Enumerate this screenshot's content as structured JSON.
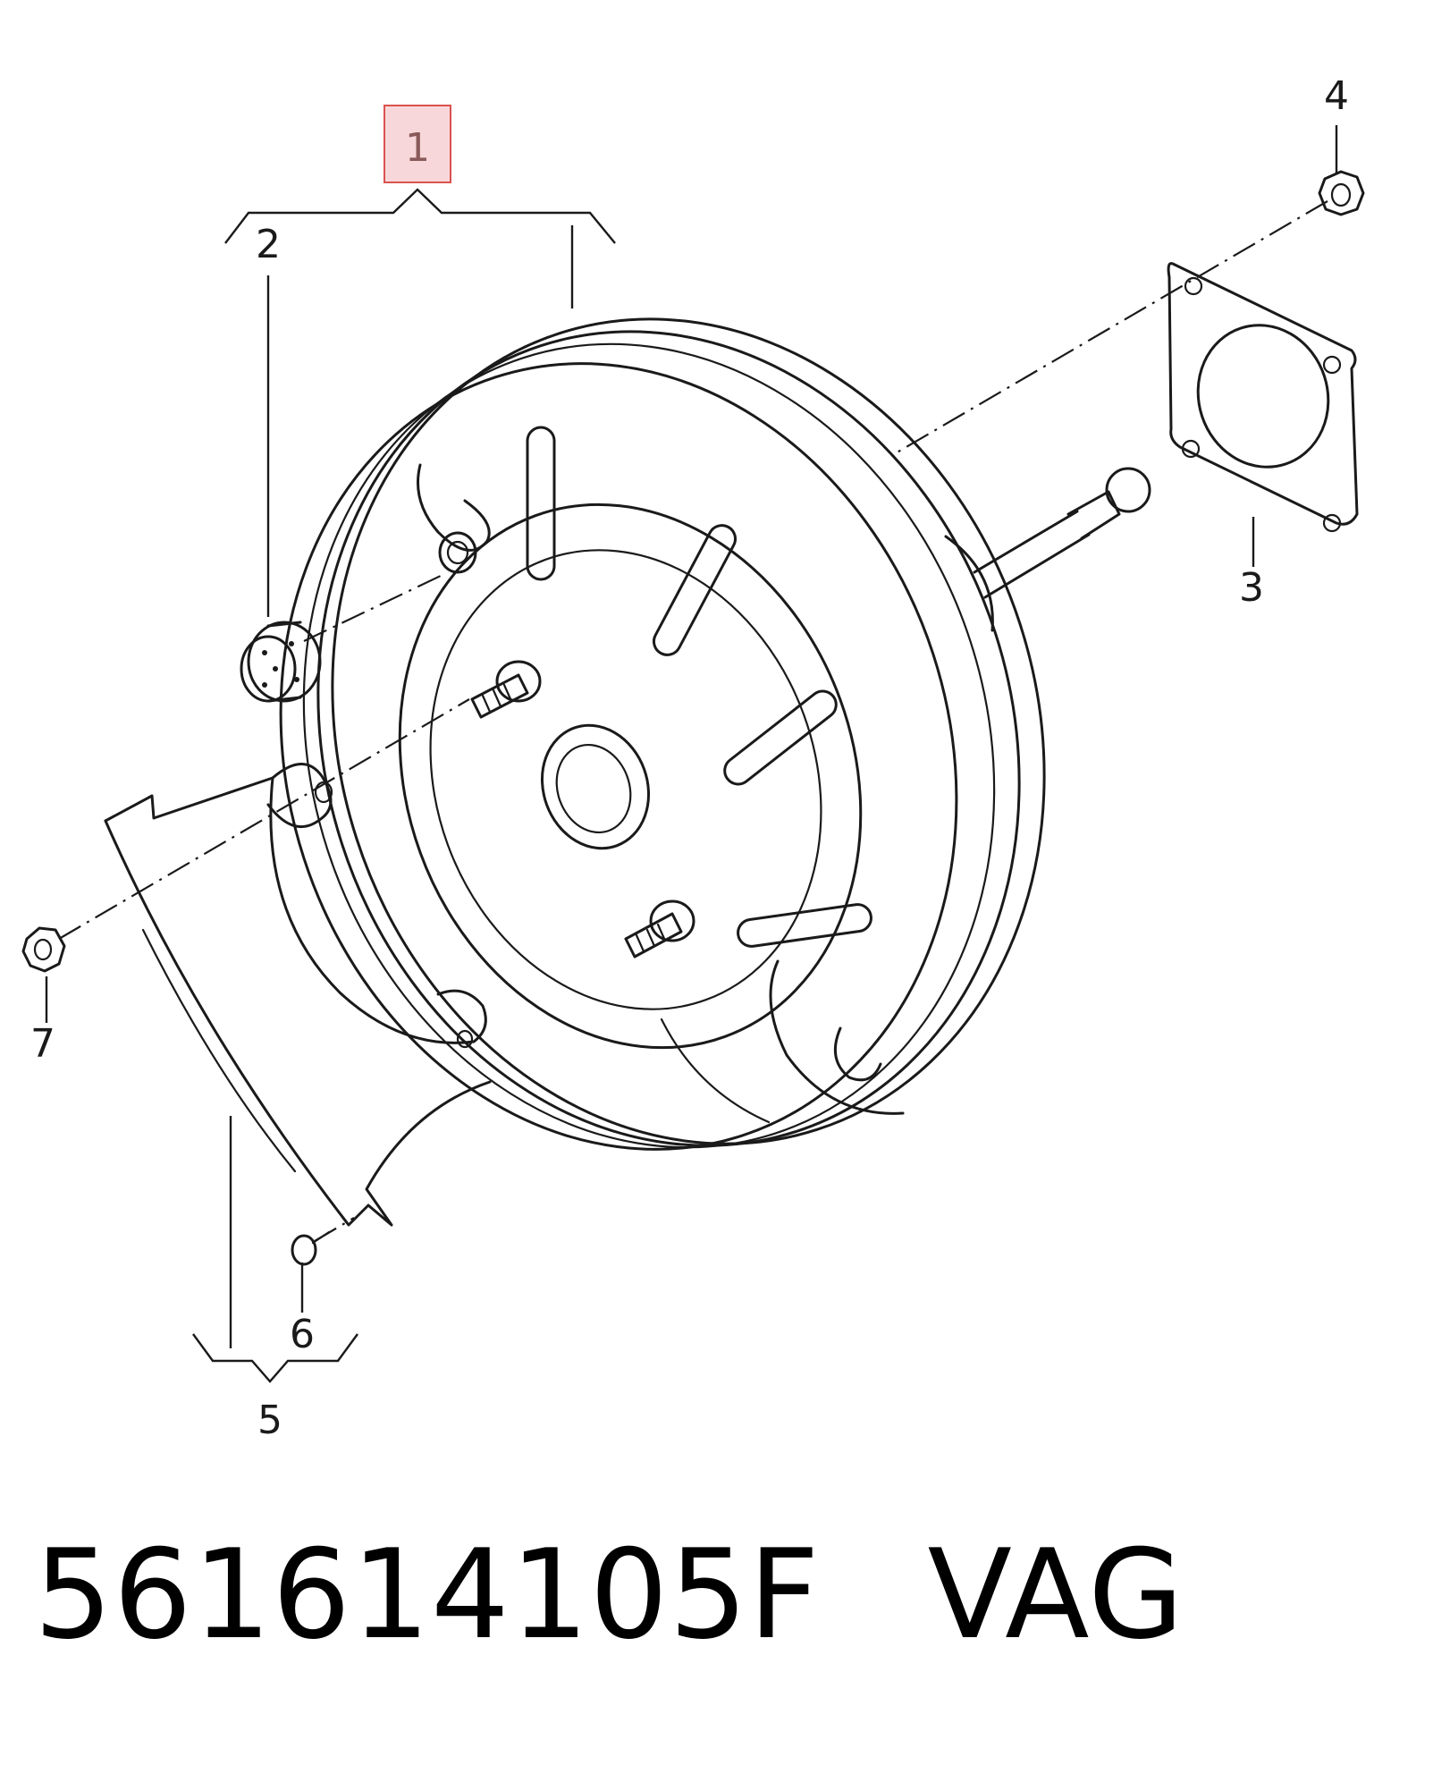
{
  "diagram": {
    "callouts": [
      {
        "id": "1",
        "label": "1",
        "highlighted": true
      },
      {
        "id": "2",
        "label": "2"
      },
      {
        "id": "3",
        "label": "3"
      },
      {
        "id": "4",
        "label": "4"
      },
      {
        "id": "5",
        "label": "5"
      },
      {
        "id": "6",
        "label": "6"
      },
      {
        "id": "7",
        "label": "7"
      }
    ],
    "highlight_color": "#f8d7da",
    "highlight_border": "#d9534f"
  },
  "caption": {
    "part_number": "561614105F",
    "brand": "VAG"
  }
}
